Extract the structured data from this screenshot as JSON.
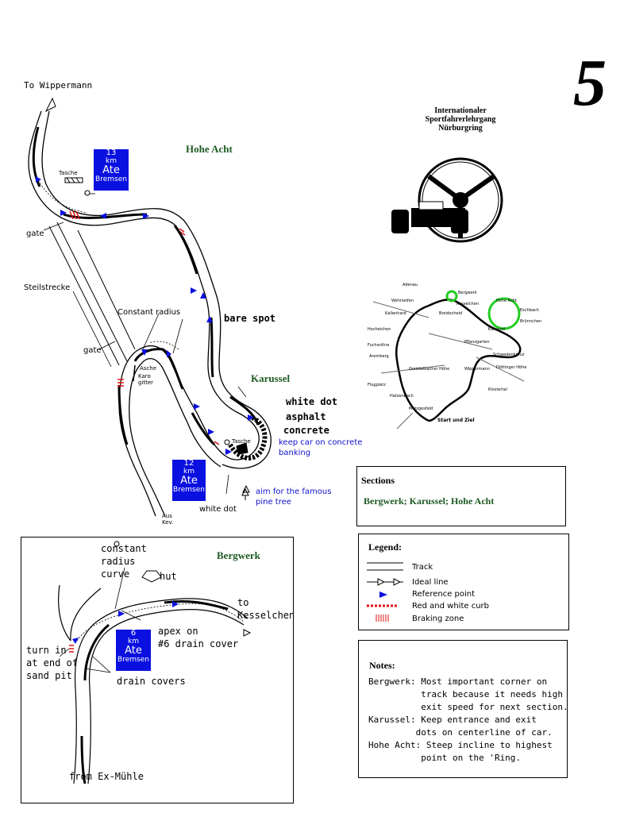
{
  "page_number": "5",
  "header": {
    "line1": "Internationaler",
    "line2": "Sportfahrerlehrgang",
    "line3": "Nürburgring"
  },
  "top_map": {
    "to_wippermann": "To Wippermann",
    "hohe_acht": "Hohe Acht",
    "karussel": "Karussel",
    "gate_upper": "gate",
    "gate_lower": "gate",
    "steilstrecke": "Steilstrecke",
    "constant_radius": "Constant radius",
    "bare_spot": "bare spot",
    "white_dot_upper": "white dot",
    "asphalt": "asphalt",
    "concrete": "concrete",
    "keep_car_line1": "keep car on concrete",
    "keep_car_line2": "banking",
    "aim_line1": "aim for the famous",
    "aim_line2": "pine tree",
    "white_dot_lower": "white dot",
    "tasche_top": "Tasche",
    "tasche_bottom": "Tasche",
    "asche": "Asche",
    "karo_gitter": "Karo\ngitter",
    "sign_13": {
      "num": "13",
      "km": "km",
      "ate": "Ate",
      "brem": "Bremsen"
    },
    "sign_12": {
      "num": "12",
      "km": "km",
      "ate": "Ate",
      "brem": "Bremsen"
    },
    "aus_kev": "Aus\nKev."
  },
  "bergwerk": {
    "title": "Bergwerk",
    "constant_radius_curve": "constant\nradius\ncurve",
    "hut": "hut",
    "to_kesselchen": "to\nKesselchen",
    "apex_on": "apex on\n#6 drain cover",
    "turn_in": "turn in\nat end of\nsand pit",
    "drain_covers": "drain covers",
    "from_ex_muhle": "from Ex-Mühle",
    "sign_6": {
      "num": "6",
      "km": "km",
      "ate": "Ate",
      "brem": "Bremsen"
    }
  },
  "sections": {
    "title": "Sections",
    "text": "Bergwerk; Karussel; Hohe Acht"
  },
  "legend": {
    "title": "Legend:",
    "items": [
      {
        "icon": "track",
        "label": "Track"
      },
      {
        "icon": "ideal-line",
        "label": "Ideal line"
      },
      {
        "icon": "reference-point",
        "label": "Reference point"
      },
      {
        "icon": "curb",
        "label": "Red and white curb"
      },
      {
        "icon": "braking",
        "label": "Braking zone"
      }
    ]
  },
  "notes": {
    "title": "Notes:",
    "lines": [
      "Bergwerk: Most important corner on",
      "          track because it needs high",
      "          exit speed for next section.",
      "Karussel: Keep entrance and exit",
      "         dots on centerline of car.",
      "Hohe Acht: Steep incline to highest",
      "          point on the 'Ring."
    ]
  },
  "overview_map": {
    "labels": [
      "Adenau",
      "Bergwerk",
      "Kesselchen",
      "Hohe Acht",
      "Karussel",
      "Start und Ziel",
      "Kallenhard",
      "Breidscheid",
      "Wehrseifen",
      "Fuchsröhre",
      "Flugplatz",
      "Schwedenkreuz",
      "Aremberg",
      "Pflanzgarten",
      "Brünnchen",
      "Döttinger Höhe",
      "Hatzenbach",
      "Metzgesfeld",
      "Quiddelbacher Höhe",
      "Wippermann",
      "Eschbach",
      "Hocheichen",
      "Klostertal"
    ]
  },
  "colors": {
    "blue": "#0a10e0",
    "green_title": "#1c5a22",
    "circle": "#22cc22",
    "red": "#e01010"
  }
}
